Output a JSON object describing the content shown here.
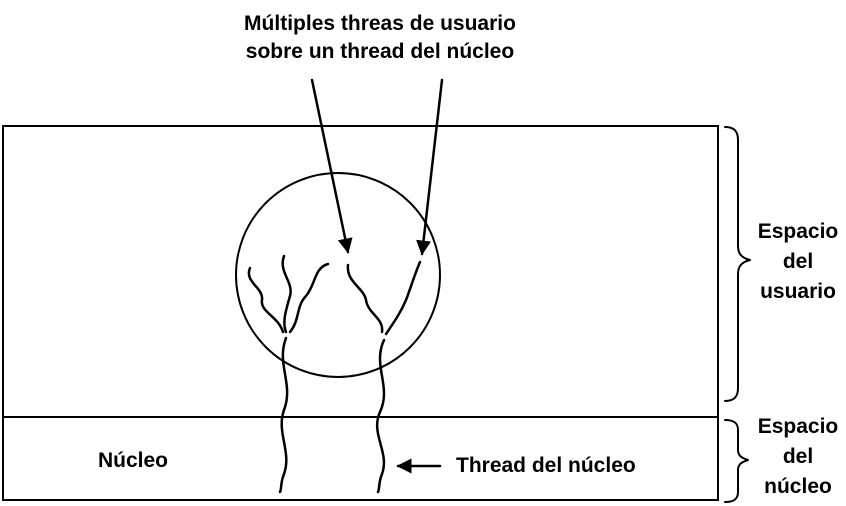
{
  "title": {
    "line1": "Múltiples threas de usuario",
    "line2": "sobre un thread del núcleo"
  },
  "regions": {
    "user_space": {
      "line1": "Espacio",
      "line2": "del",
      "line3": "usuario"
    },
    "kernel_space": {
      "line1": "Espacio",
      "line2": "del",
      "line3": "núcleo"
    }
  },
  "kernel_label": "Núcleo",
  "kernel_thread_label": "Thread del núcleo",
  "colors": {
    "stroke": "#000000",
    "background": "#ffffff"
  }
}
